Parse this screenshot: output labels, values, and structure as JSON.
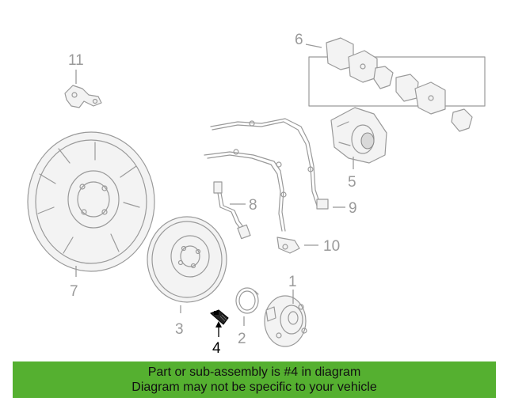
{
  "diagram": {
    "highlight_part": "4",
    "highlight_color": "#000000",
    "part_color": "#9a9a9a",
    "callouts": {
      "p1": "1",
      "p2": "2",
      "p3": "3",
      "p4": "4",
      "p5": "5",
      "p6": "6",
      "p7": "7",
      "p8": "8",
      "p9": "9",
      "p10": "10",
      "p11": "11"
    }
  },
  "banner": {
    "line1": "Part or sub-assembly is #4 in diagram",
    "line2": "Diagram may not be specific to your vehicle",
    "background": "#55b030"
  }
}
